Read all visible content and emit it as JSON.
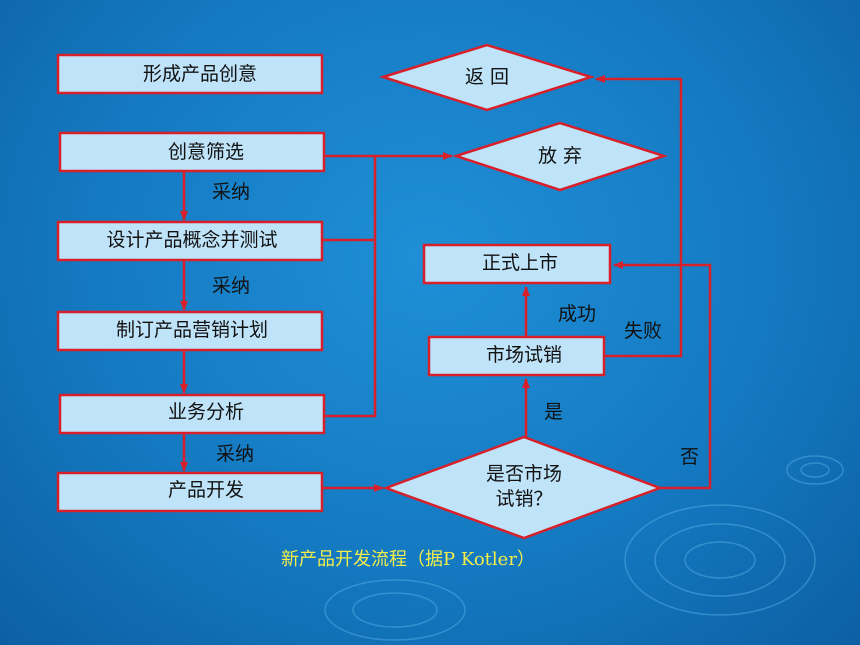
{
  "nodes": {
    "idea": "形成产品创意",
    "screening": "创意筛选",
    "concept": "设计产品概念并测试",
    "marketing": "制订产品营销计划",
    "business": "业务分析",
    "development": "产品开发",
    "return": "返 回",
    "abandon": "放 弃",
    "launch": "正式上市",
    "test_market": "市场试销",
    "decision_line1": "是否市场",
    "decision_line2": "试销？"
  },
  "edges": {
    "adopt1": "采纳",
    "adopt2": "采纳",
    "adopt3": "采纳",
    "success": "成功",
    "failure": "失败",
    "yes": "是",
    "no": "否"
  },
  "caption": "新产品开发流程（据P Kotler）",
  "colors": {
    "background": "#147ac2",
    "box_fill": "#bfe3f8",
    "line": "#d8202a",
    "caption": "#f4ee4a"
  }
}
